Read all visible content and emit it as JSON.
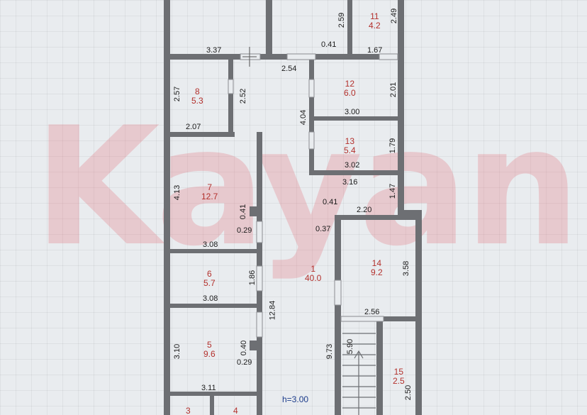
{
  "watermark": "Kayan",
  "height_label": "h=3.00",
  "rooms": [
    {
      "num": "1",
      "area": "40.0"
    },
    {
      "num": "3",
      "area": ""
    },
    {
      "num": "4",
      "area": ""
    },
    {
      "num": "5",
      "area": "9.6"
    },
    {
      "num": "6",
      "area": "5.7"
    },
    {
      "num": "7",
      "area": "12.7"
    },
    {
      "num": "8",
      "area": "5.3"
    },
    {
      "num": "11",
      "area": "4.2"
    },
    {
      "num": "12",
      "area": "6.0"
    },
    {
      "num": "13",
      "area": "5.4"
    },
    {
      "num": "14",
      "area": "9.2"
    },
    {
      "num": "15",
      "area": "2.5"
    }
  ],
  "dimensions": [
    "3.37",
    "2.59",
    "2.49",
    "0.41",
    "1.67",
    "2.54",
    "2.57",
    "2.52",
    "2.01",
    "3.00",
    "4.04",
    "2.07",
    "1.79",
    "3.02",
    "3.16",
    "4.13",
    "1.47",
    "0.41",
    "0.41",
    "2.20",
    "0.29",
    "0.37",
    "3.08",
    "3.58",
    "1.86",
    "3.08",
    "2.56",
    "12.84",
    "3.10",
    "0.40",
    "5.90",
    "9.73",
    "0.29",
    "3.11",
    "2.50"
  ]
}
